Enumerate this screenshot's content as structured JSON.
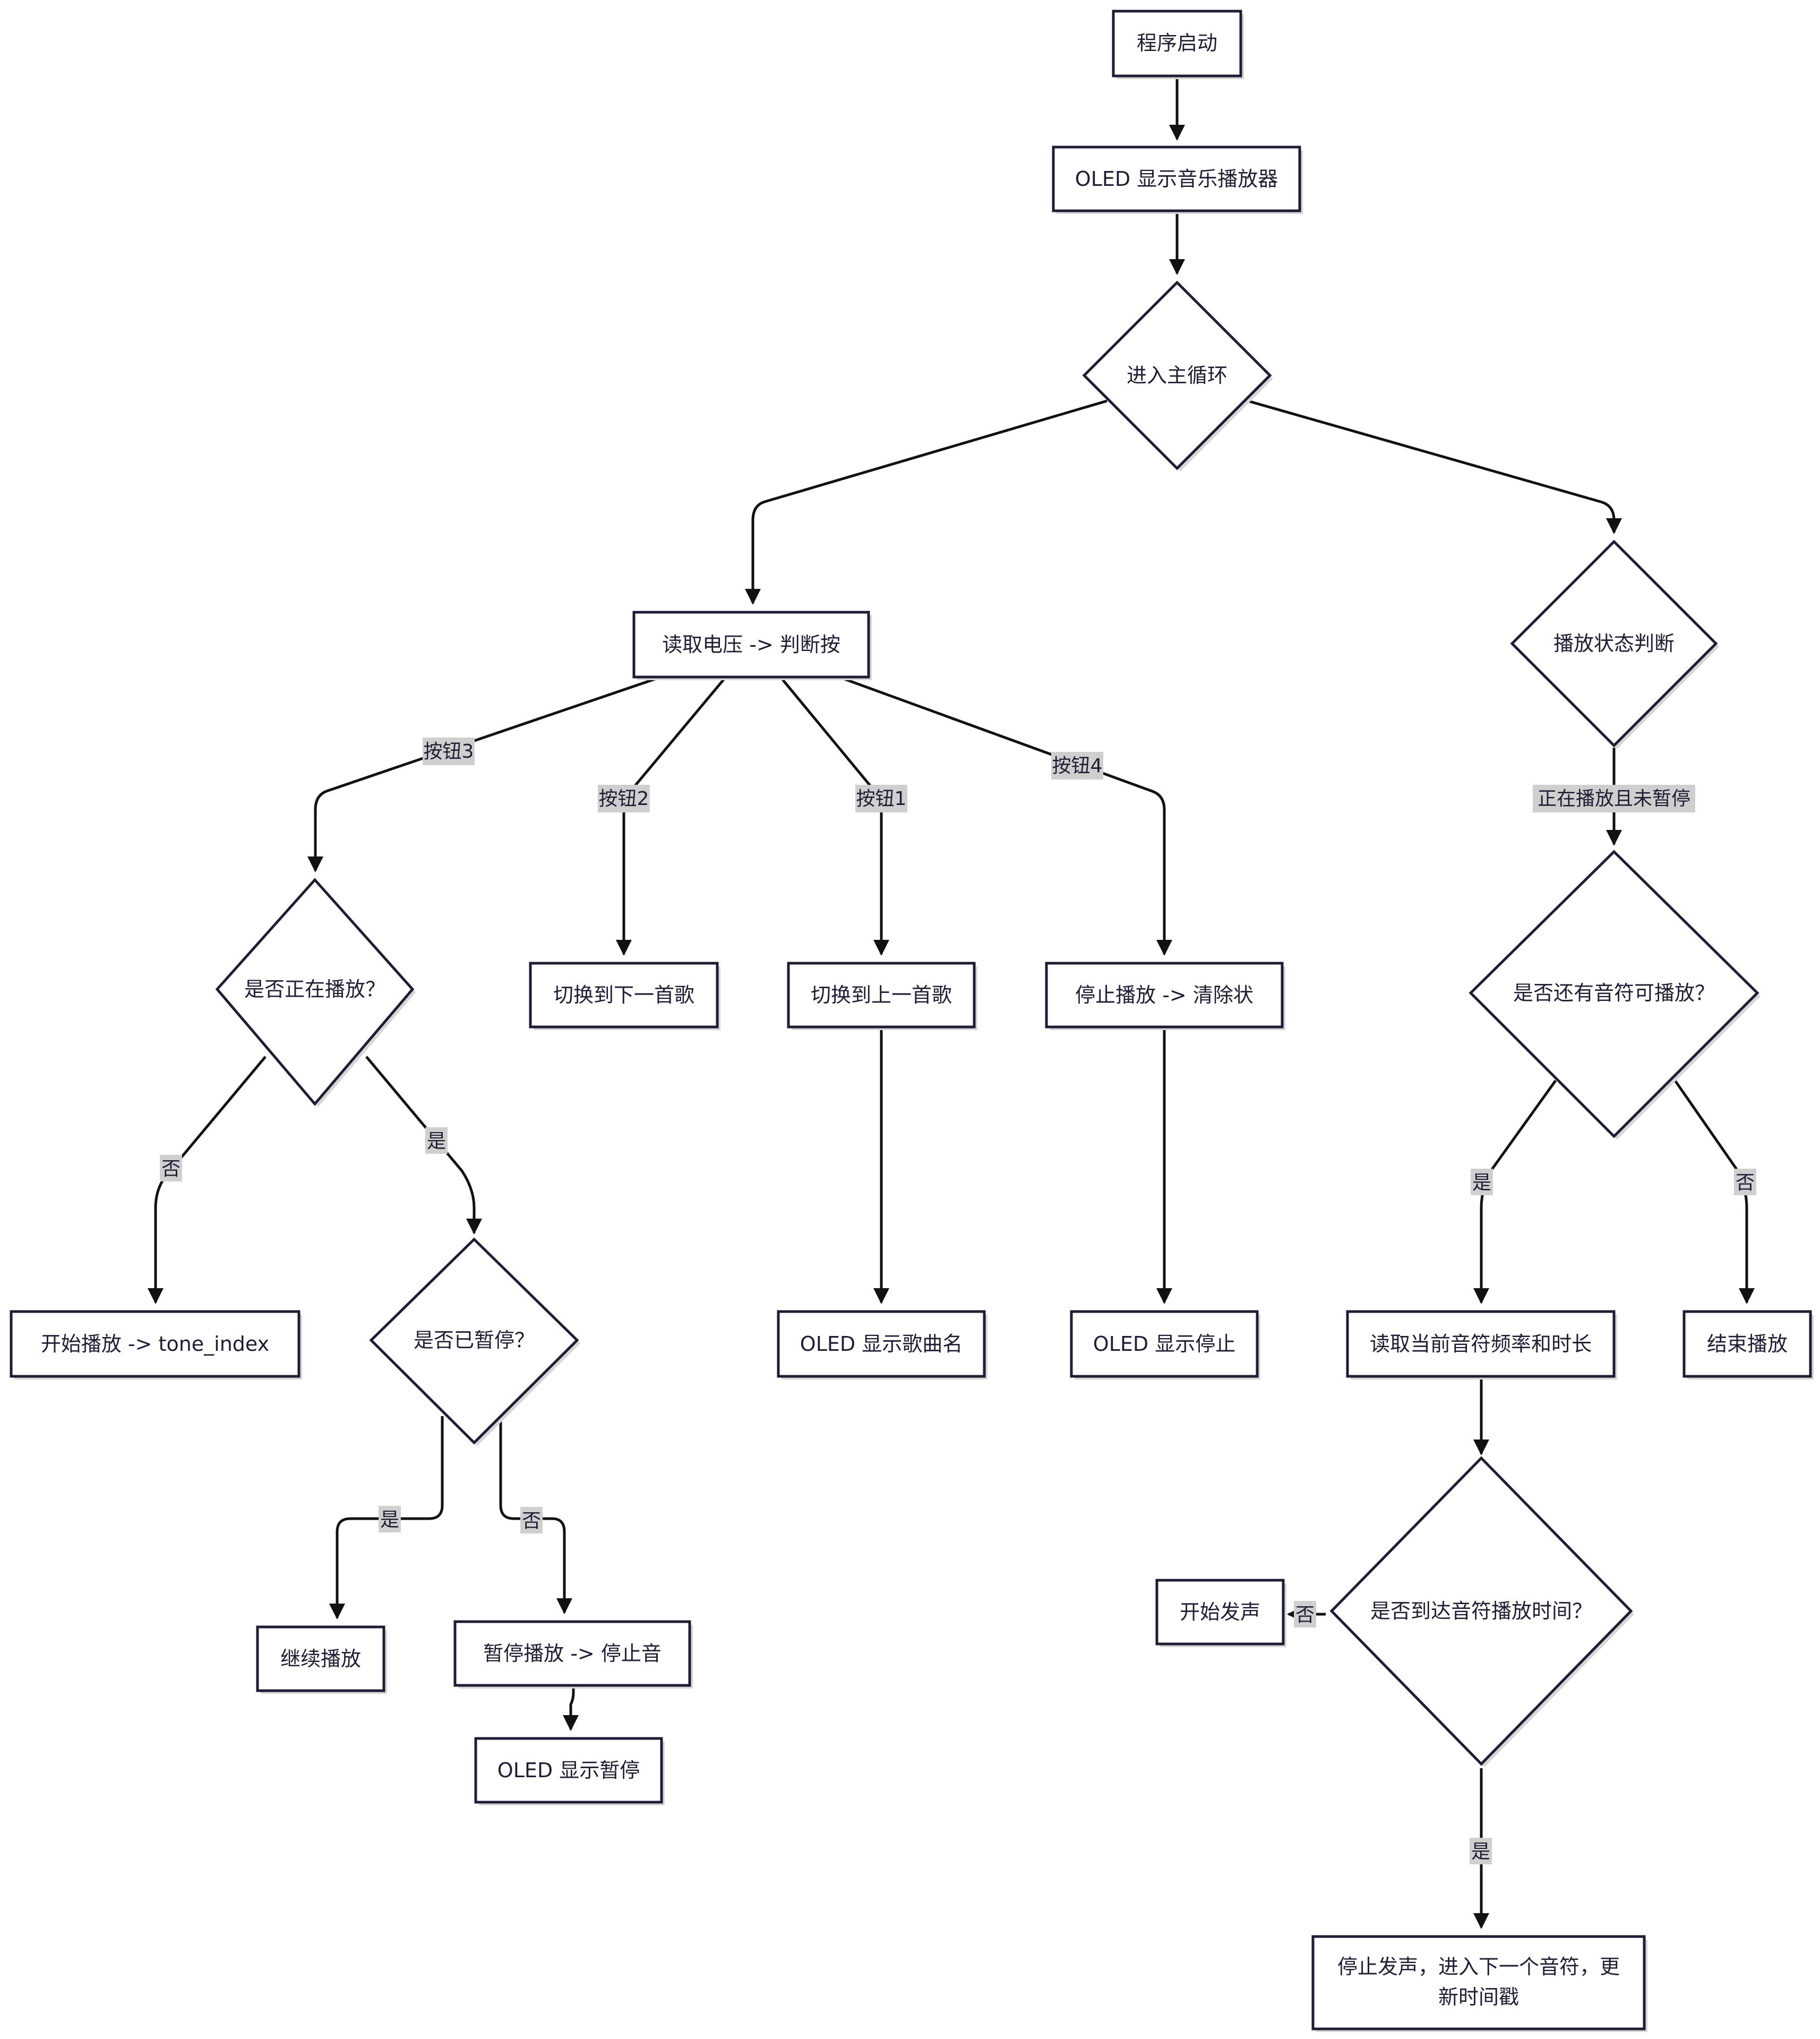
{
  "flowchart": {
    "nodes": {
      "start": "程序启动",
      "oled_player": "OLED 显示音乐播放器",
      "main_loop": "进入主循环",
      "read_voltage": "读取电压 -> 判断按",
      "play_state": "播放状态判断",
      "is_playing": "是否正在播放？",
      "next_song": "切换到下一首歌",
      "prev_song": "切换到上一首歌",
      "stop_clear": "停止播放 -> 清除状",
      "has_notes": "是否还有音符可播放？",
      "start_play": "开始播放 -> tone_index",
      "is_paused": "是否已暂停？",
      "oled_song_name": "OLED 显示歌曲名",
      "oled_stop": "OLED 显示停止",
      "read_note": "读取当前音符频率和时长",
      "end_play": "结束播放",
      "reach_time": "是否到达音符播放时间？",
      "start_sound": "开始发声",
      "continue_play": "继续播放",
      "pause_play": "暂停播放 -> 停止音",
      "oled_pause": "OLED 显示暂停",
      "stop_sound_line1": "停止发声，进入下一个音符，更",
      "stop_sound_line2": "新时间戳"
    },
    "edge_labels": {
      "btn3": "按钮3",
      "btn2": "按钮2",
      "btn1": "按钮1",
      "btn4": "按钮4",
      "playing_not_paused": "正在播放且未暂停",
      "playing_no": "否",
      "playing_yes": "是",
      "notes_yes": "是",
      "notes_no": "否",
      "paused_yes": "是",
      "paused_no": "否",
      "time_no": "否",
      "time_yes": "是"
    }
  }
}
